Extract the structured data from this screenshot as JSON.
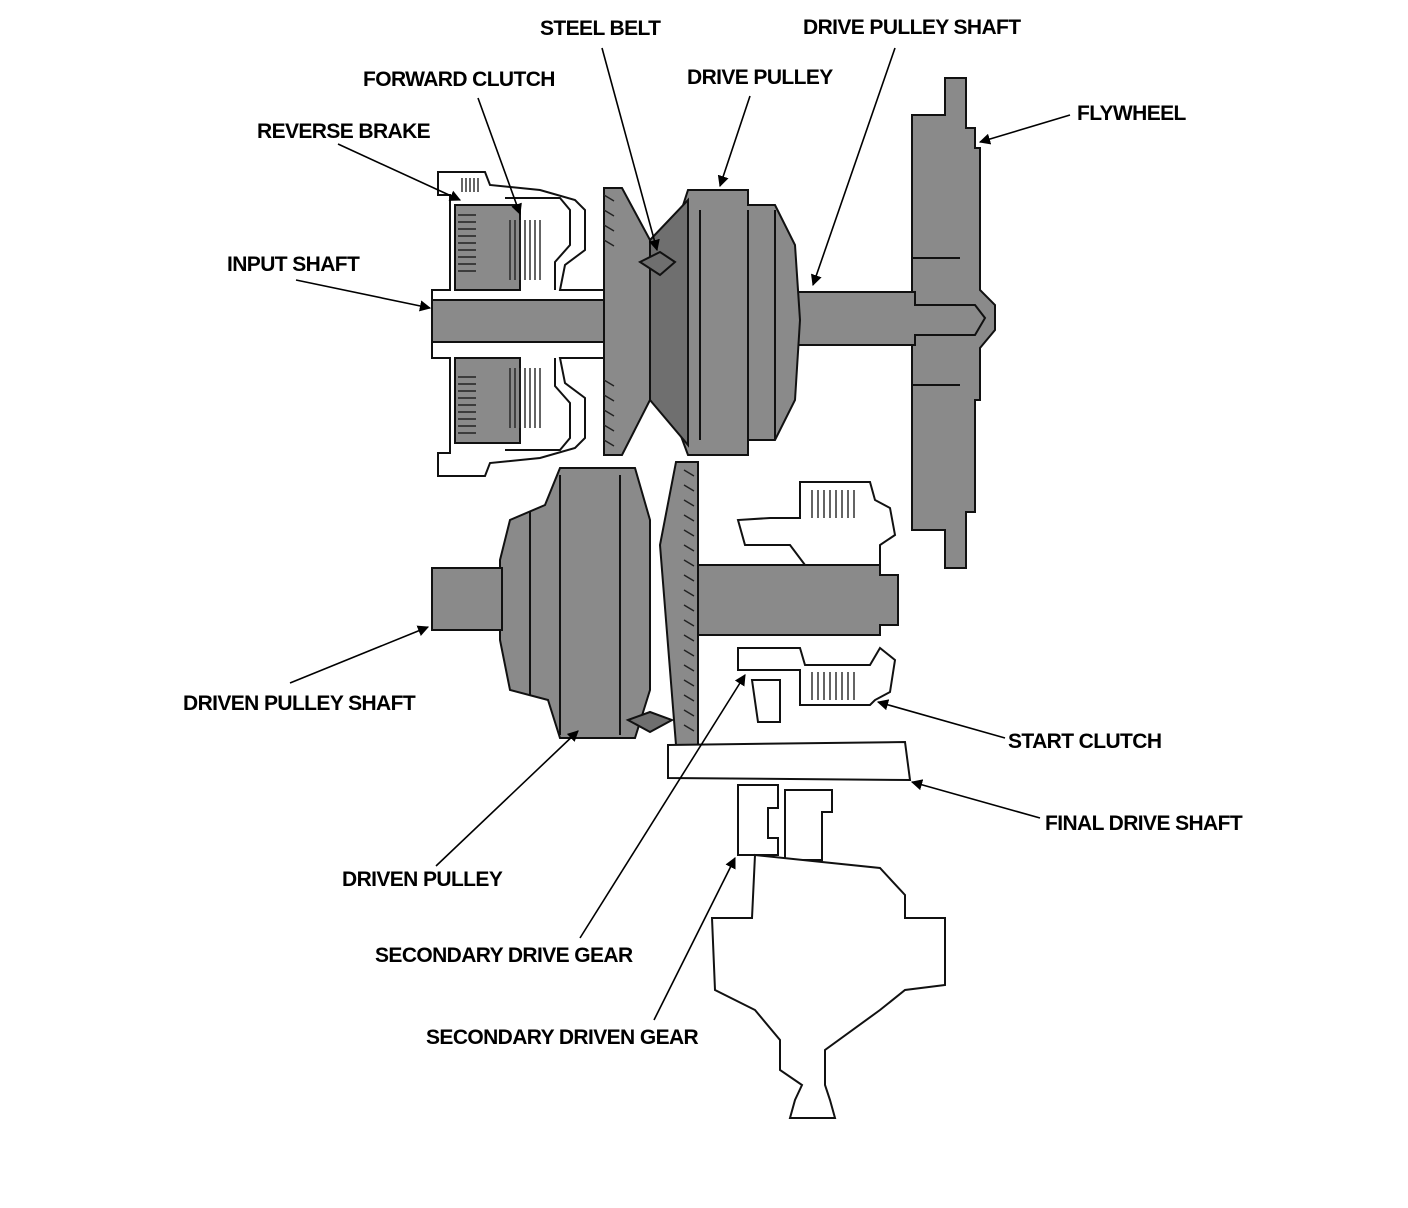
{
  "labels": {
    "steel_belt": "STEEL BELT",
    "drive_pulley_shaft": "DRIVE PULLEY SHAFT",
    "forward_clutch": "FORWARD CLUTCH",
    "drive_pulley": "DRIVE PULLEY",
    "flywheel": "FLYWHEEL",
    "reverse_brake": "REVERSE BRAKE",
    "input_shaft": "INPUT SHAFT",
    "driven_pulley_shaft": "DRIVEN PULLEY SHAFT",
    "start_clutch": "START CLUTCH",
    "final_drive_shaft": "FINAL DRIVE SHAFT",
    "driven_pulley": "DRIVEN PULLEY",
    "secondary_drive_gear": "SECONDARY DRIVE GEAR",
    "secondary_driven_gear": "SECONDARY DRIVEN GEAR"
  },
  "colors": {
    "part_fill": "#8a8a8a",
    "part_dark": "#6f6f6f",
    "ink": "#111111"
  }
}
